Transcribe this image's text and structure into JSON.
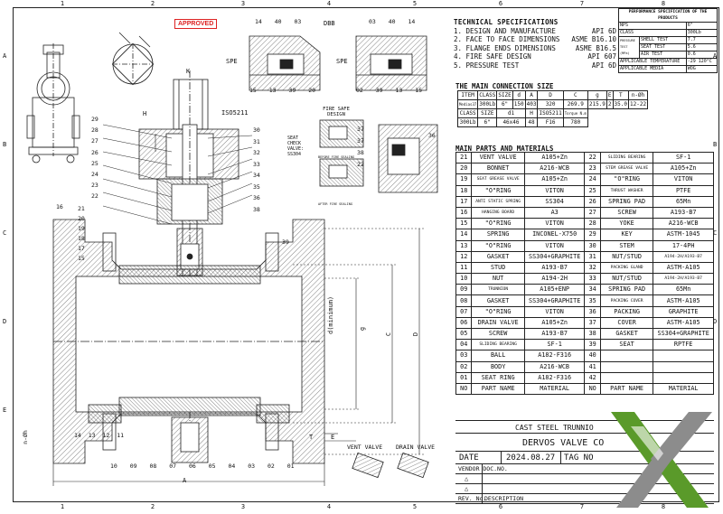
{
  "zones": {
    "columns": [
      "1",
      "2",
      "3",
      "4",
      "5",
      "6",
      "7",
      "8"
    ],
    "rows": [
      "A",
      "B",
      "C",
      "D",
      "E"
    ]
  },
  "stamp": "APPROVED",
  "drawing_labels": {
    "iso": "ISO5211",
    "spe_left": "SPE",
    "spe_right": "SPE",
    "dbb": "DBB",
    "fire_safe": "FIRE SAFE DESIGN",
    "before_fire": "BEFORE FIRE SEALING",
    "after_fire": "AFTER FIRE SEALING",
    "seat_check": "SEAT CHECK VALVE: SS304",
    "vent_valve": "VENT VALVE",
    "drain_valve": "DRAIN VALVE",
    "dim_K": "K",
    "dim_H": "H",
    "dim_d": "d(minimum)",
    "dim_g": "g",
    "dim_C": "C",
    "dim_D": "D",
    "dim_A": "A",
    "dim_T": "T",
    "dim_E": "E",
    "dim_nph": "n-Øh",
    "callouts_top_left": [
      "14",
      "40",
      "03"
    ],
    "callouts_top_left_bottom": [
      "15",
      "13",
      "39",
      "20"
    ],
    "callouts_top_right": [
      "03",
      "40",
      "14"
    ],
    "callouts_top_right_bottom": [
      "02",
      "39",
      "13",
      "15"
    ],
    "callouts_left": [
      "29",
      "28",
      "27",
      "26",
      "25",
      "24",
      "23",
      "22",
      "21",
      "20",
      "19",
      "18",
      "17",
      "15",
      "16"
    ],
    "callouts_right": [
      "30",
      "31",
      "32",
      "33",
      "34",
      "35",
      "36",
      "38",
      "39"
    ],
    "callouts_fire": [
      "37",
      "36",
      "37",
      "38",
      "22"
    ],
    "callouts_bottom": [
      "14",
      "13",
      "12",
      "11",
      "10",
      "09",
      "08",
      "07",
      "06",
      "05",
      "04",
      "03",
      "02",
      "01"
    ]
  },
  "tech_spec": {
    "title": "TECHNICAL SPECIFICATIONS",
    "items": [
      {
        "label": "1. DESIGN AND MANUFACTURE",
        "value": "API 6D"
      },
      {
        "label": "2. FACE TO FACE DIMENSIONS",
        "value": "ASME B16.10"
      },
      {
        "label": "3. FLANGE ENDS DIMENSIONS",
        "value": "ASME B16.5"
      },
      {
        "label": "4. FIRE SAFE DESIGN",
        "value": "API 607"
      },
      {
        "label": "5. PRESSURE TEST",
        "value": "API 6D"
      }
    ]
  },
  "performance": {
    "title": "PERFORMANCE SPECIFICATION OF THE PRODUCTS",
    "rows": [
      {
        "k": "NPS",
        "v": "6\""
      },
      {
        "k": "CLASS",
        "v": "300Lb"
      },
      {
        "k": "SHELL TEST",
        "v": "7.7"
      },
      {
        "k": "SEAT TEST",
        "v": "5.6"
      },
      {
        "k": "AIR TEST",
        "v": "0.6"
      },
      {
        "k": "APPLICABLE TEMPERATURE",
        "v": "-29  120°C"
      },
      {
        "k": "APPLICABLE MEDIA",
        "v": "WOG"
      }
    ],
    "pressure_label": "PRESSURE TEST (MPa)"
  },
  "connection": {
    "title": "THE MAIN CONNECTION SIZE",
    "header": [
      "ITEM",
      "CLASS",
      "SIZE",
      "d",
      "A",
      "D",
      "C",
      "g",
      "E",
      "T",
      "n-Øh"
    ],
    "row": [
      "Medias37",
      "300Lb",
      "6\"",
      "150",
      "403",
      "320",
      "269.9",
      "215.9",
      "2",
      "35.0",
      "12-22"
    ],
    "header2": [
      "CLASS",
      "SIZE",
      "d1",
      "H",
      "ISO5211",
      "Torque N.m"
    ],
    "row2": [
      "300Lb",
      "6\"",
      "46x46",
      "48",
      "F16",
      "780"
    ]
  },
  "parts": {
    "title": "MAIN PARTS AND MATERIALS",
    "rows": [
      [
        "21",
        "VENT VALVE",
        "A105+Zn",
        "22",
        "SLIDING BEARING",
        "SF-1"
      ],
      [
        "20",
        "BONNET",
        "A216-WCB",
        "23",
        "STEM GREASE VALVE",
        "A105+Zn"
      ],
      [
        "19",
        "SEAT GREASE VALVE",
        "A105+Zn",
        "24",
        "\"O\"RING",
        "VITON"
      ],
      [
        "18",
        "\"O\"RING",
        "VITON",
        "25",
        "THRUST WASHER",
        "PTFE"
      ],
      [
        "17",
        "ANTI STATIC SPRING",
        "SS304",
        "26",
        "SPRING PAD",
        "65Mn"
      ],
      [
        "16",
        "HANGING BOARD",
        "A3",
        "27",
        "SCREW",
        "A193-B7"
      ],
      [
        "15",
        "\"O\"RING",
        "VITON",
        "28",
        "YOKE",
        "A216-WCB"
      ],
      [
        "14",
        "SPRING",
        "INCONEL-X750",
        "29",
        "KEY",
        "ASTM-1045"
      ],
      [
        "13",
        "\"O\"RING",
        "VITON",
        "30",
        "STEM",
        "17-4PH"
      ],
      [
        "12",
        "GASKET",
        "SS304+GRAPHITE",
        "31",
        "NUT/STUD",
        "A194-2H/A193-B7"
      ],
      [
        "11",
        "STUD",
        "A193-B7",
        "32",
        "PACKING GLAND",
        "ASTM-A105"
      ],
      [
        "10",
        "NUT",
        "A194-2H",
        "33",
        "NUT/STUD",
        "A194-2H/A193-B7"
      ],
      [
        "09",
        "TRUNNION",
        "A105+ENP",
        "34",
        "SPRING PAD",
        "65Mn"
      ],
      [
        "08",
        "GASKET",
        "SS304+GRAPHITE",
        "35",
        "PACKING COVER",
        "ASTM-A105"
      ],
      [
        "07",
        "\"O\"RING",
        "VITON",
        "36",
        "PACKING",
        "GRAPHITE"
      ],
      [
        "06",
        "DRAIN VALVE",
        "A105+Zn",
        "37",
        "COVER",
        "ASTM-A105"
      ],
      [
        "05",
        "SCREW",
        "A193-B7",
        "38",
        "GASKET",
        "SS304+GRAPHITE"
      ],
      [
        "04",
        "SLIDING BEARING",
        "SF-1",
        "39",
        "SEAT",
        "RPTFE"
      ],
      [
        "03",
        "BALL",
        "A182-F316",
        "40",
        "",
        ""
      ],
      [
        "02",
        "BODY",
        "A216-WCB",
        "41",
        "",
        ""
      ],
      [
        "01",
        "SEAT RING",
        "A182-F316",
        "42",
        "",
        ""
      ],
      [
        "NO",
        "PART NAME",
        "MATERIAL",
        "NO",
        "PART NAME",
        "MATERIAL"
      ]
    ]
  },
  "title_block": {
    "product": "CAST STEEL TRUNNIO",
    "company": "DERVOS VALVE CO",
    "date_label": "DATE",
    "date": "2024.08.27",
    "tag_label": "TAG NO",
    "vendor_doc": "VENDOR DOC.NO.",
    "rev_no": "REV. No.",
    "description": "DESCRIPTION",
    "rev_marks": [
      "△",
      "△"
    ]
  },
  "colors": {
    "line": "#222222",
    "stamp": "#d22222",
    "logo_green": "#5a9a2a",
    "logo_grey": "#8c8c8c"
  }
}
